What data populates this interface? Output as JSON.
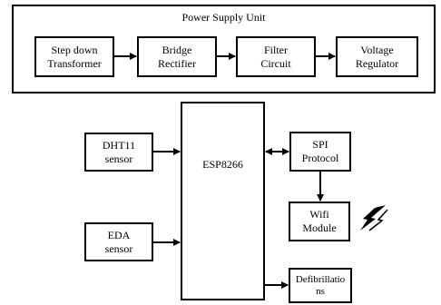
{
  "power_supply": {
    "title": "Power Supply Unit",
    "blocks": [
      {
        "id": "stepdown",
        "label": "Step down\nTransformer"
      },
      {
        "id": "bridge",
        "label": "Bridge\nRectifier"
      },
      {
        "id": "filter",
        "label": "Filter\nCircuit"
      },
      {
        "id": "regulator",
        "label": "Voltage\nRegulator"
      }
    ]
  },
  "blocks": {
    "dht11": "DHT11\nsensor",
    "eda": "EDA\nsensor",
    "mcu": "ESP8266",
    "spi": "SPI\nProtocol",
    "wifi": "Wifi\nModule",
    "defib": "Defibrillatio\nns"
  },
  "icons": {
    "wireless": "lightning-bolt-icon"
  }
}
